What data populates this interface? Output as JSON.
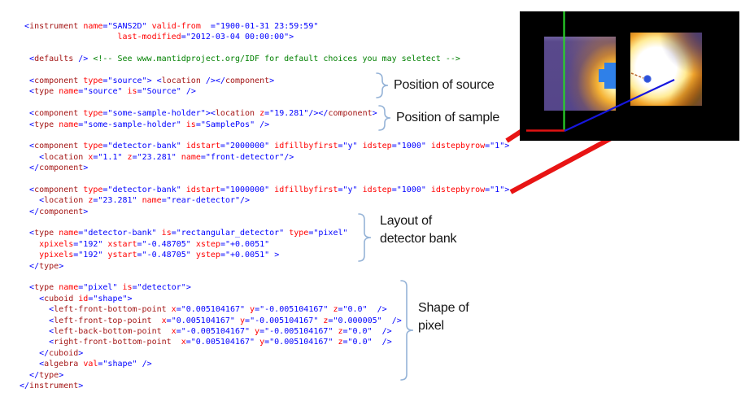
{
  "code": {
    "lines": [
      " <instrument name=\"SANS2D\" valid-from  =\"1900-01-31 23:59:59\"",
      "                    last-modified=\"2012-03-04 00:00:00\">",
      "",
      "  <defaults /> <!-- See www.mantidproject.org/IDF for default choices you may seletect -->",
      "",
      "  <component type=\"source\"> <location /></component>",
      "  <type name=\"source\" is=\"Source\" />",
      "",
      "  <component type=\"some-sample-holder\"><location z=\"19.281\"/></component>",
      "  <type name=\"some-sample-holder\" is=\"SamplePos\" />",
      "",
      "  <component type=\"detector-bank\" idstart=\"2000000\" idfillbyfirst=\"y\" idstep=\"1000\" idstepbyrow=\"1\">",
      "    <location x=\"1.1\" z=\"23.281\" name=\"front-detector\"/>",
      "  </component>",
      "",
      "  <component type=\"detector-bank\" idstart=\"1000000\" idfillbyfirst=\"y\" idstep=\"1000\" idstepbyrow=\"1\">",
      "    <location z=\"23.281\" name=\"rear-detector\"/>",
      "  </component>",
      "",
      "  <type name=\"detector-bank\" is=\"rectangular_detector\" type=\"pixel\"",
      "    xpixels=\"192\" xstart=\"-0.48705\" xstep=\"+0.0051\"",
      "    ypixels=\"192\" ystart=\"-0.48705\" ystep=\"+0.0051\" >",
      "  </type>",
      "",
      "  <type name=\"pixel\" is=\"detector\">",
      "    <cuboid id=\"shape\">",
      "      <left-front-bottom-point x=\"0.005104167\" y=\"-0.005104167\" z=\"0.0\"  />",
      "      <left-front-top-point  x=\"0.005104167\" y=\"-0.005104167\" z=\"0.000005\"  />",
      "      <left-back-bottom-point  x=\"-0.005104167\" y=\"-0.005104167\" z=\"0.0\"  />",
      "      <right-front-bottom-point  x=\"0.005104167\" y=\"0.005104167\" z=\"0.0\"  />",
      "    </cuboid>",
      "    <algebra val=\"shape\" />",
      "  </type>",
      "</instrument>"
    ]
  },
  "annotations": [
    {
      "label": "Position of source"
    },
    {
      "label": "Position of sample"
    },
    {
      "label": "Layout of detector bank"
    },
    {
      "label": "Shape of pixel"
    }
  ],
  "colors": {
    "xml-tag": "#a31515",
    "xml-attr": "#ff0000",
    "xml-value": "#0000ff",
    "xml-bracket": "#0000ff",
    "xml-comment": "#008000",
    "brace": "#95b3d7",
    "arrow": "#e81414",
    "axis-y": "#28d428",
    "axis-x": "#e01212",
    "beam": "#1616dd",
    "trace": "#b86428",
    "sphere": "#2b50d9"
  }
}
